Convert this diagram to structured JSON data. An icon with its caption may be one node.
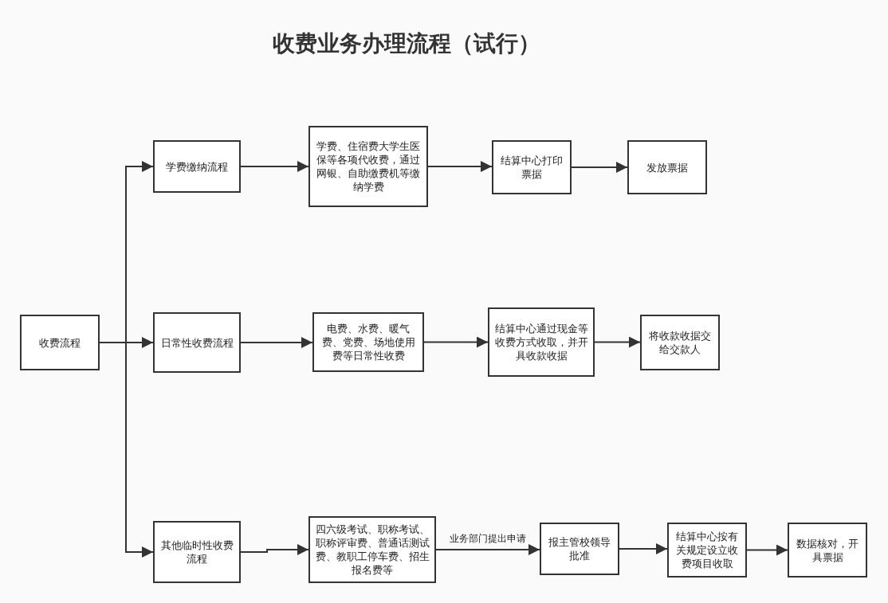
{
  "diagram": {
    "title": "收费业务办理流程（试行）",
    "nodes": [
      {
        "text": [
          "收费流程"
        ]
      },
      {
        "text": [
          "学费缴纳流程"
        ]
      },
      {
        "text": [
          "学费、住宿费大学生医保等各项代收费，通过网银、自助缴费机等缴纳学费"
        ]
      },
      {
        "text": [
          "结算中心打印票据"
        ]
      },
      {
        "text": [
          "发放票据"
        ]
      },
      {
        "text": [
          "日常性收费流程"
        ]
      },
      {
        "text": [
          "电费、水费、暖气费、党费、场地使用费等日常性收费"
        ]
      },
      {
        "text": [
          "结算中心通过现金等收费方式收取，并开具收款收据"
        ]
      },
      {
        "text": [
          "将收款收据交给交款人"
        ]
      },
      {
        "text": [
          "其他临时性收费流程"
        ]
      },
      {
        "text": [
          "四六级考试、职称考试、职称评审费、普通话测试费、教职工停车费、招生报名费等"
        ]
      },
      {
        "text": [
          "报主管校领导批准"
        ]
      },
      {
        "text": [
          "结算中心按有关规定设立收费项目收取"
        ]
      },
      {
        "text": [
          "数据核对，开具票据"
        ]
      }
    ],
    "edges": [
      {
        "from": 0,
        "to": 1,
        "arrow": "to"
      },
      {
        "from": 0,
        "to": 5,
        "arrow": "to"
      },
      {
        "from": 0,
        "to": 9,
        "arrow": "to"
      },
      {
        "from": 1,
        "to": 2,
        "arrow": "to"
      },
      {
        "from": 2,
        "to": 3,
        "arrow": "to"
      },
      {
        "from": 3,
        "to": 4,
        "arrow": "to"
      },
      {
        "from": 5,
        "to": 6,
        "arrow": "to"
      },
      {
        "from": 6,
        "to": 7,
        "arrow": "to"
      },
      {
        "from": 7,
        "to": 8,
        "arrow": "to"
      },
      {
        "from": 9,
        "to": 10,
        "arrow": "to"
      },
      {
        "from": 10,
        "to": 11,
        "arrow": "to",
        "label": "业务部门提出申请"
      },
      {
        "from": 11,
        "to": 12,
        "arrow": "to"
      },
      {
        "from": 12,
        "to": 13,
        "arrow": "to"
      }
    ]
  }
}
